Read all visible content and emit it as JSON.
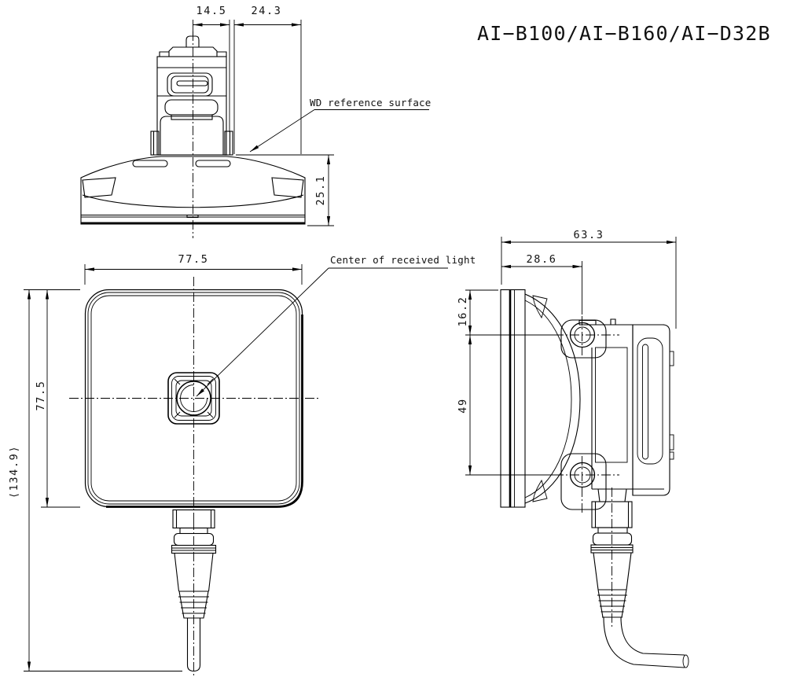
{
  "meta": {
    "background_color": "#ffffff",
    "line_color": "#000000",
    "text_color": "#111111"
  },
  "title": "AI−B100/AI−B160/AI−D32B",
  "top_view": {
    "dims": {
      "center_to_bracket": "14.5",
      "bracket_to_edge": "24.3",
      "base_height": "25.1"
    },
    "wd_label": "WD reference surface"
  },
  "front_view": {
    "dims": {
      "width": "77.5",
      "height": "77.5",
      "overall_height": "⟨134.9⟩"
    },
    "center_label": "Center of received light"
  },
  "side_view": {
    "dims": {
      "depth_overall": "63.3",
      "front_to_hole": "28.6",
      "top_to_hole": "16.2",
      "hole_pitch": "49"
    }
  }
}
